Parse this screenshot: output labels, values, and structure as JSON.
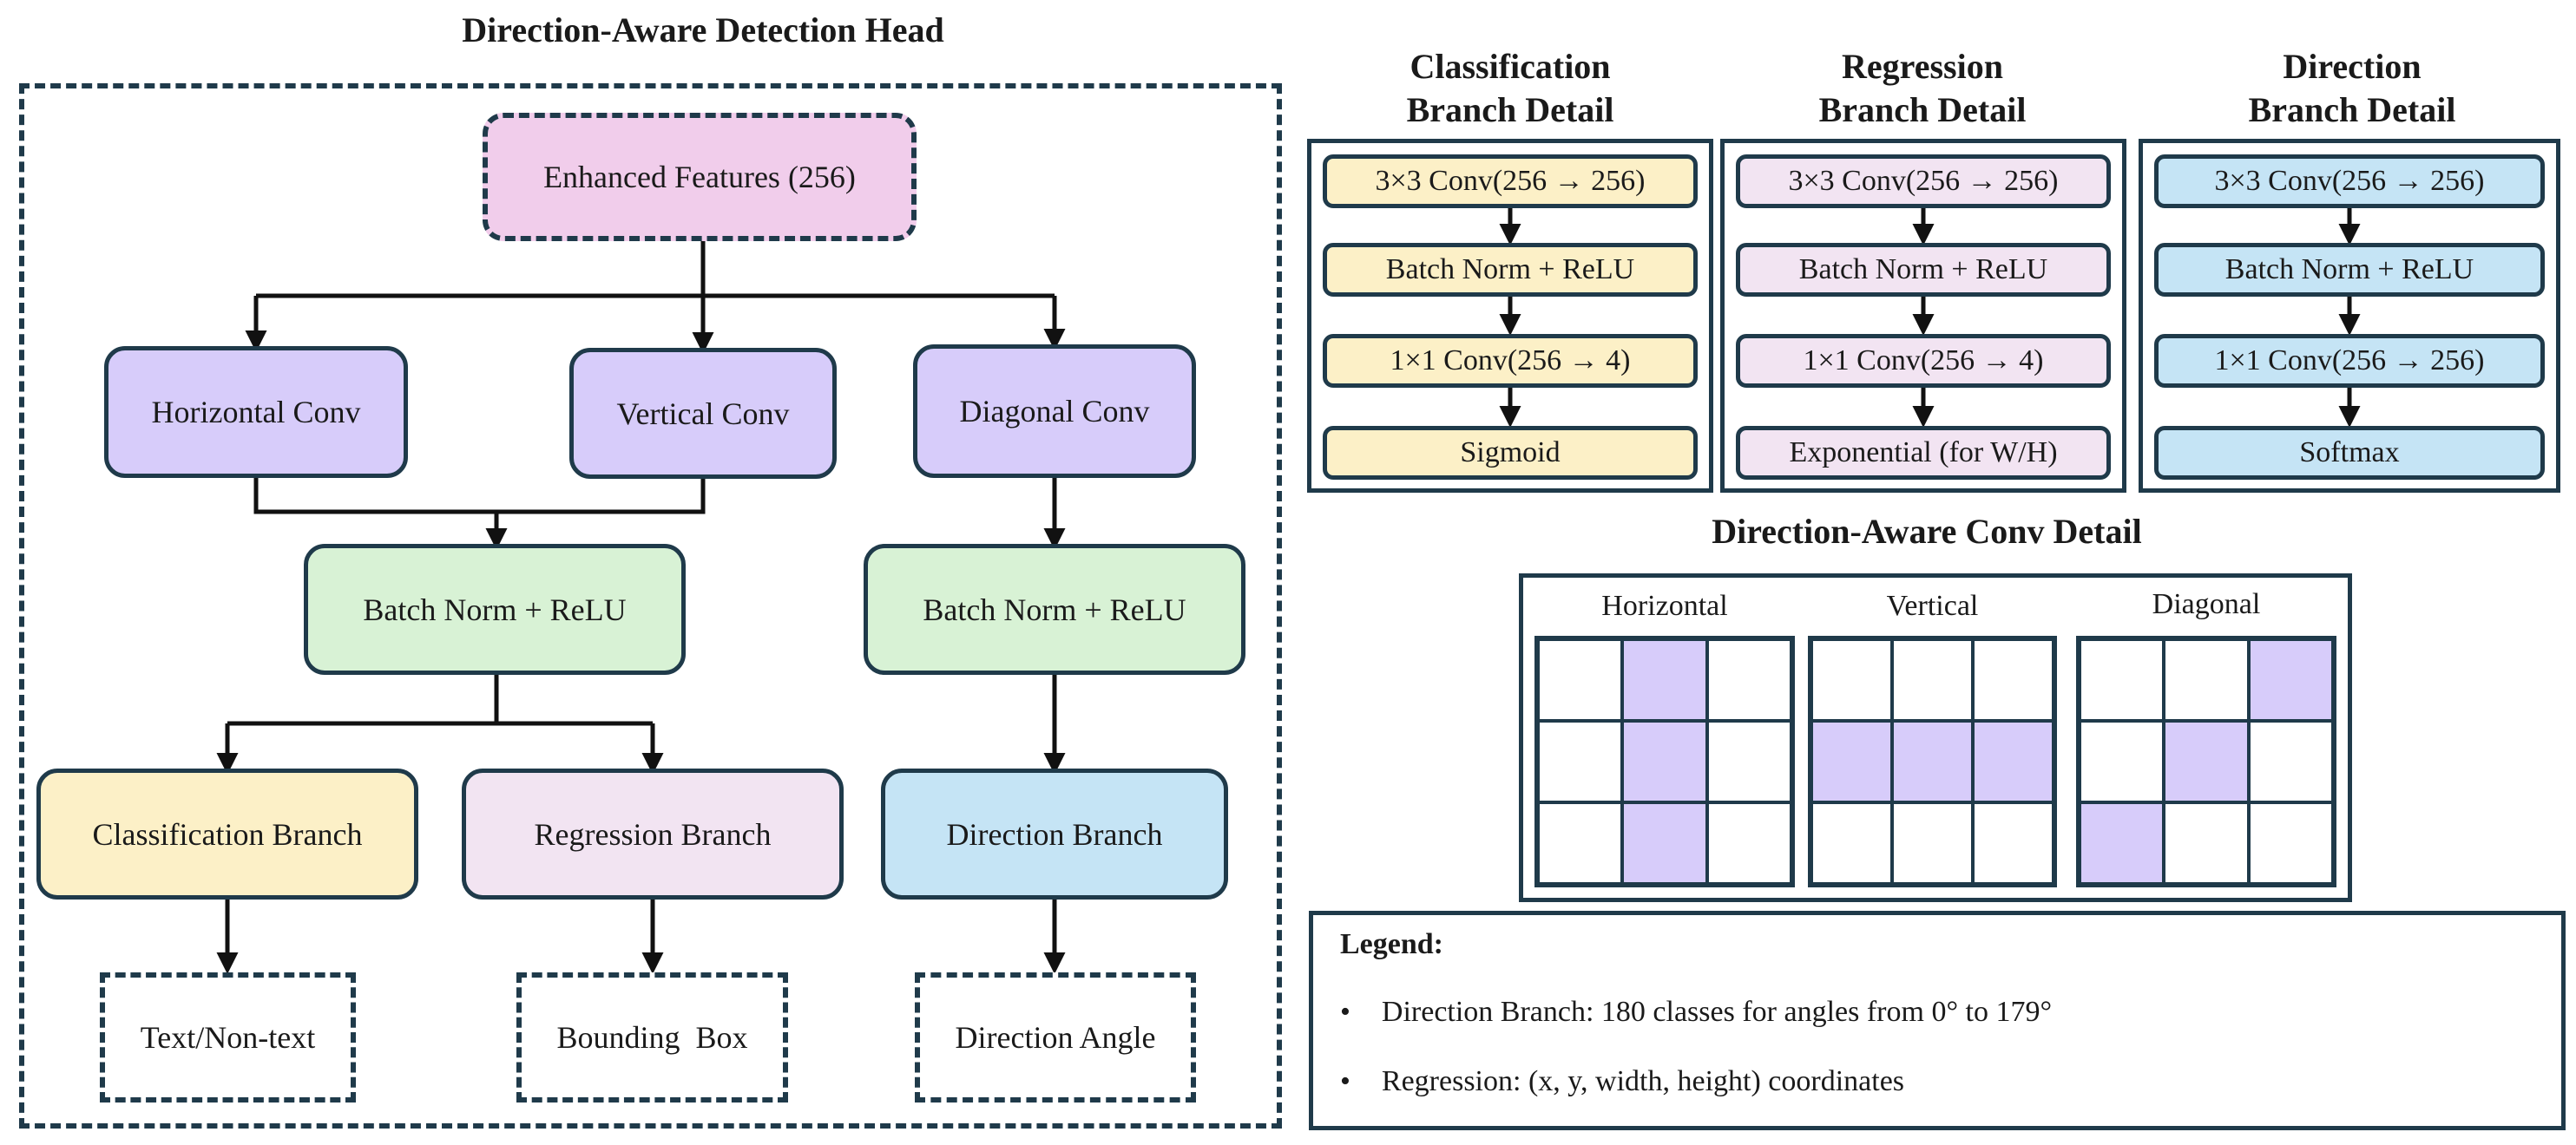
{
  "main": {
    "title": "Direction-Aware Detection Head",
    "input": "Enhanced Features (256)",
    "convs": [
      "Horizontal Conv",
      "Vertical Conv",
      "Diagonal Conv"
    ],
    "norms": [
      "Batch Norm + ReLU",
      "Batch Norm + ReLU"
    ],
    "branches": [
      "Classification Branch",
      "Regression Branch",
      "Direction Branch"
    ],
    "outputs": [
      "Text/Non-text",
      "Bounding  Box",
      "Direction Angle"
    ]
  },
  "details": [
    {
      "title_line1": "Classification",
      "title_line2": "Branch Detail",
      "steps": [
        "3×3 Conv(256 → 256)",
        "Batch Norm + ReLU",
        "1×1 Conv(256 → 4)",
        "Sigmoid"
      ]
    },
    {
      "title_line1": "Regression",
      "title_line2": "Branch Detail",
      "steps": [
        "3×3 Conv(256 → 256)",
        "Batch Norm + ReLU",
        "1×1 Conv(256 → 4)",
        "Exponential (for W/H)"
      ]
    },
    {
      "title_line1": "Direction",
      "title_line2": "Branch Detail",
      "steps": [
        "3×3 Conv(256 → 256)",
        "Batch Norm + ReLU",
        "1×1 Conv(256 → 256)",
        "Softmax"
      ]
    }
  ],
  "conv_detail": {
    "title": "Direction-Aware Conv Detail",
    "kernels": [
      {
        "label": "Horizontal",
        "cells": [
          0,
          1,
          0,
          0,
          1,
          0,
          0,
          1,
          0
        ]
      },
      {
        "label": "Vertical",
        "cells": [
          0,
          0,
          0,
          1,
          1,
          1,
          0,
          0,
          0
        ]
      },
      {
        "label": "Diagonal",
        "cells": [
          0,
          0,
          1,
          0,
          1,
          0,
          1,
          0,
          0
        ]
      }
    ]
  },
  "legend": {
    "title": "Legend:",
    "bullet": "•",
    "items": [
      "Direction Branch: 180 classes for angles from 0° to 179°",
      "Regression: (x, y, width, height) coordinates"
    ]
  },
  "colors": {
    "stroke": "#1f3a4a",
    "conv": "#d7ccfa",
    "norm": "#d8f2d5",
    "classification": "#fcf0c7",
    "regression": "#f2e4f2",
    "direction": "#c5e4f5",
    "input": "#f1cdeb"
  }
}
